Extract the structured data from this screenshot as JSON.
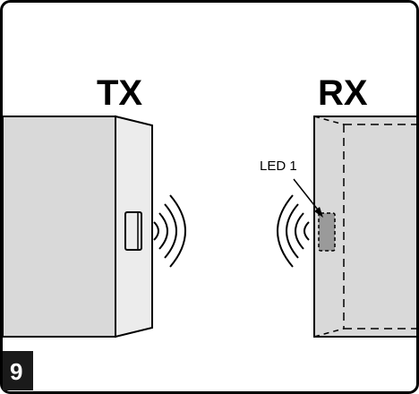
{
  "labels": {
    "transmitter": "TX",
    "receiver": "RX",
    "led": "LED 1",
    "figure_number": "9"
  },
  "colors": {
    "frame": "#000000",
    "device_fill": "#d9d9d9",
    "device_side_fill": "#ececec",
    "led_fill": "#9a9a9a",
    "figure_badge": "#1a1a1a"
  }
}
